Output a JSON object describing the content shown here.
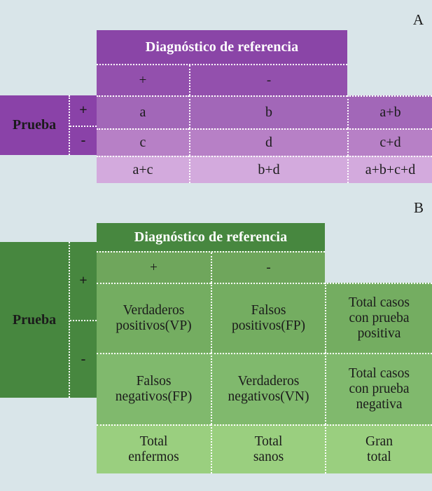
{
  "figure": {
    "background_color": "#d9e5e9",
    "panels": [
      {
        "letter": "A",
        "accent_color": "#8a42a8",
        "row_label": "Prueba",
        "column_header": "Diagnóstico de referencia",
        "column_signs": [
          "+",
          "-"
        ],
        "row_signs": [
          "+",
          "-"
        ],
        "rows": [
          {
            "cells": [
              "a",
              "b",
              "a+b"
            ]
          },
          {
            "cells": [
              "c",
              "d",
              "c+d"
            ]
          },
          {
            "cells": [
              "a+c",
              "b+d",
              "a+b+c+d"
            ]
          }
        ]
      },
      {
        "letter": "B",
        "accent_color": "#47873f",
        "row_label": "Prueba",
        "column_header": "Diagnóstico de referencia",
        "column_signs": [
          "+",
          "-"
        ],
        "row_signs": [
          "+",
          "-"
        ],
        "rows": [
          {
            "cells": [
              {
                "lines": [
                  "Verdaderos",
                  "positivos(VP)"
                ]
              },
              {
                "lines": [
                  "Falsos",
                  "positivos(FP)"
                ]
              },
              {
                "lines": [
                  "Total casos",
                  "con prueba",
                  "positiva"
                ]
              }
            ]
          },
          {
            "cells": [
              {
                "lines": [
                  "Falsos",
                  "negativos(FP)"
                ]
              },
              {
                "lines": [
                  "Verdaderos",
                  "negativos(VN)"
                ]
              },
              {
                "lines": [
                  "Total casos",
                  "con prueba",
                  "negativa"
                ]
              }
            ]
          },
          {
            "cells": [
              {
                "lines": [
                  "Total",
                  "enfermos"
                ]
              },
              {
                "lines": [
                  "Total",
                  "sanos"
                ]
              },
              {
                "lines": [
                  "Gran",
                  "total"
                ]
              }
            ]
          }
        ]
      }
    ]
  }
}
